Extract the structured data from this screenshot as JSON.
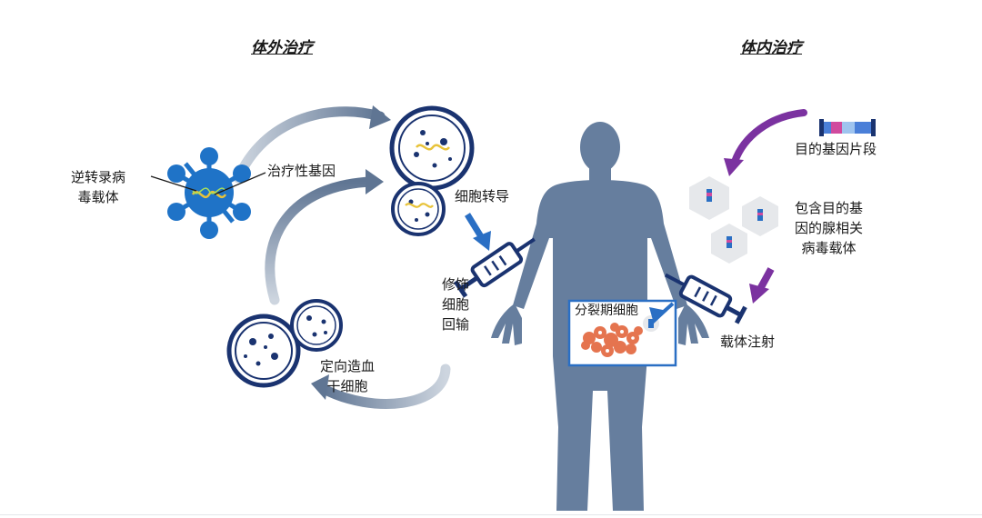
{
  "titles": {
    "ex_vivo": "体外治疗",
    "in_vivo": "体内治疗"
  },
  "labels": {
    "retroviral_vector": [
      "逆转录病",
      "毒载体"
    ],
    "therapeutic_gene": "治疗性基因",
    "cell_transduction": "细胞转导",
    "modified_cell_reinfusion": [
      "修饰",
      "细胞",
      "回输"
    ],
    "targeted_hsc": [
      "定向造血",
      "干细胞"
    ],
    "target_gene_fragment": "目的基因片段",
    "aav_vector": [
      "包含目的基",
      "因的腺相关",
      "病毒载体"
    ],
    "dividing_cells": "分裂期细胞",
    "vector_injection": "载体注射"
  },
  "colors": {
    "body": "#667e9e",
    "virus": "#1f73c7",
    "dish": "#1a3370",
    "arrow": "#5f7593",
    "blue_arrow": "#2a6fc4",
    "purple_arrow": "#7b32a0",
    "cells": "#e5744f"
  }
}
